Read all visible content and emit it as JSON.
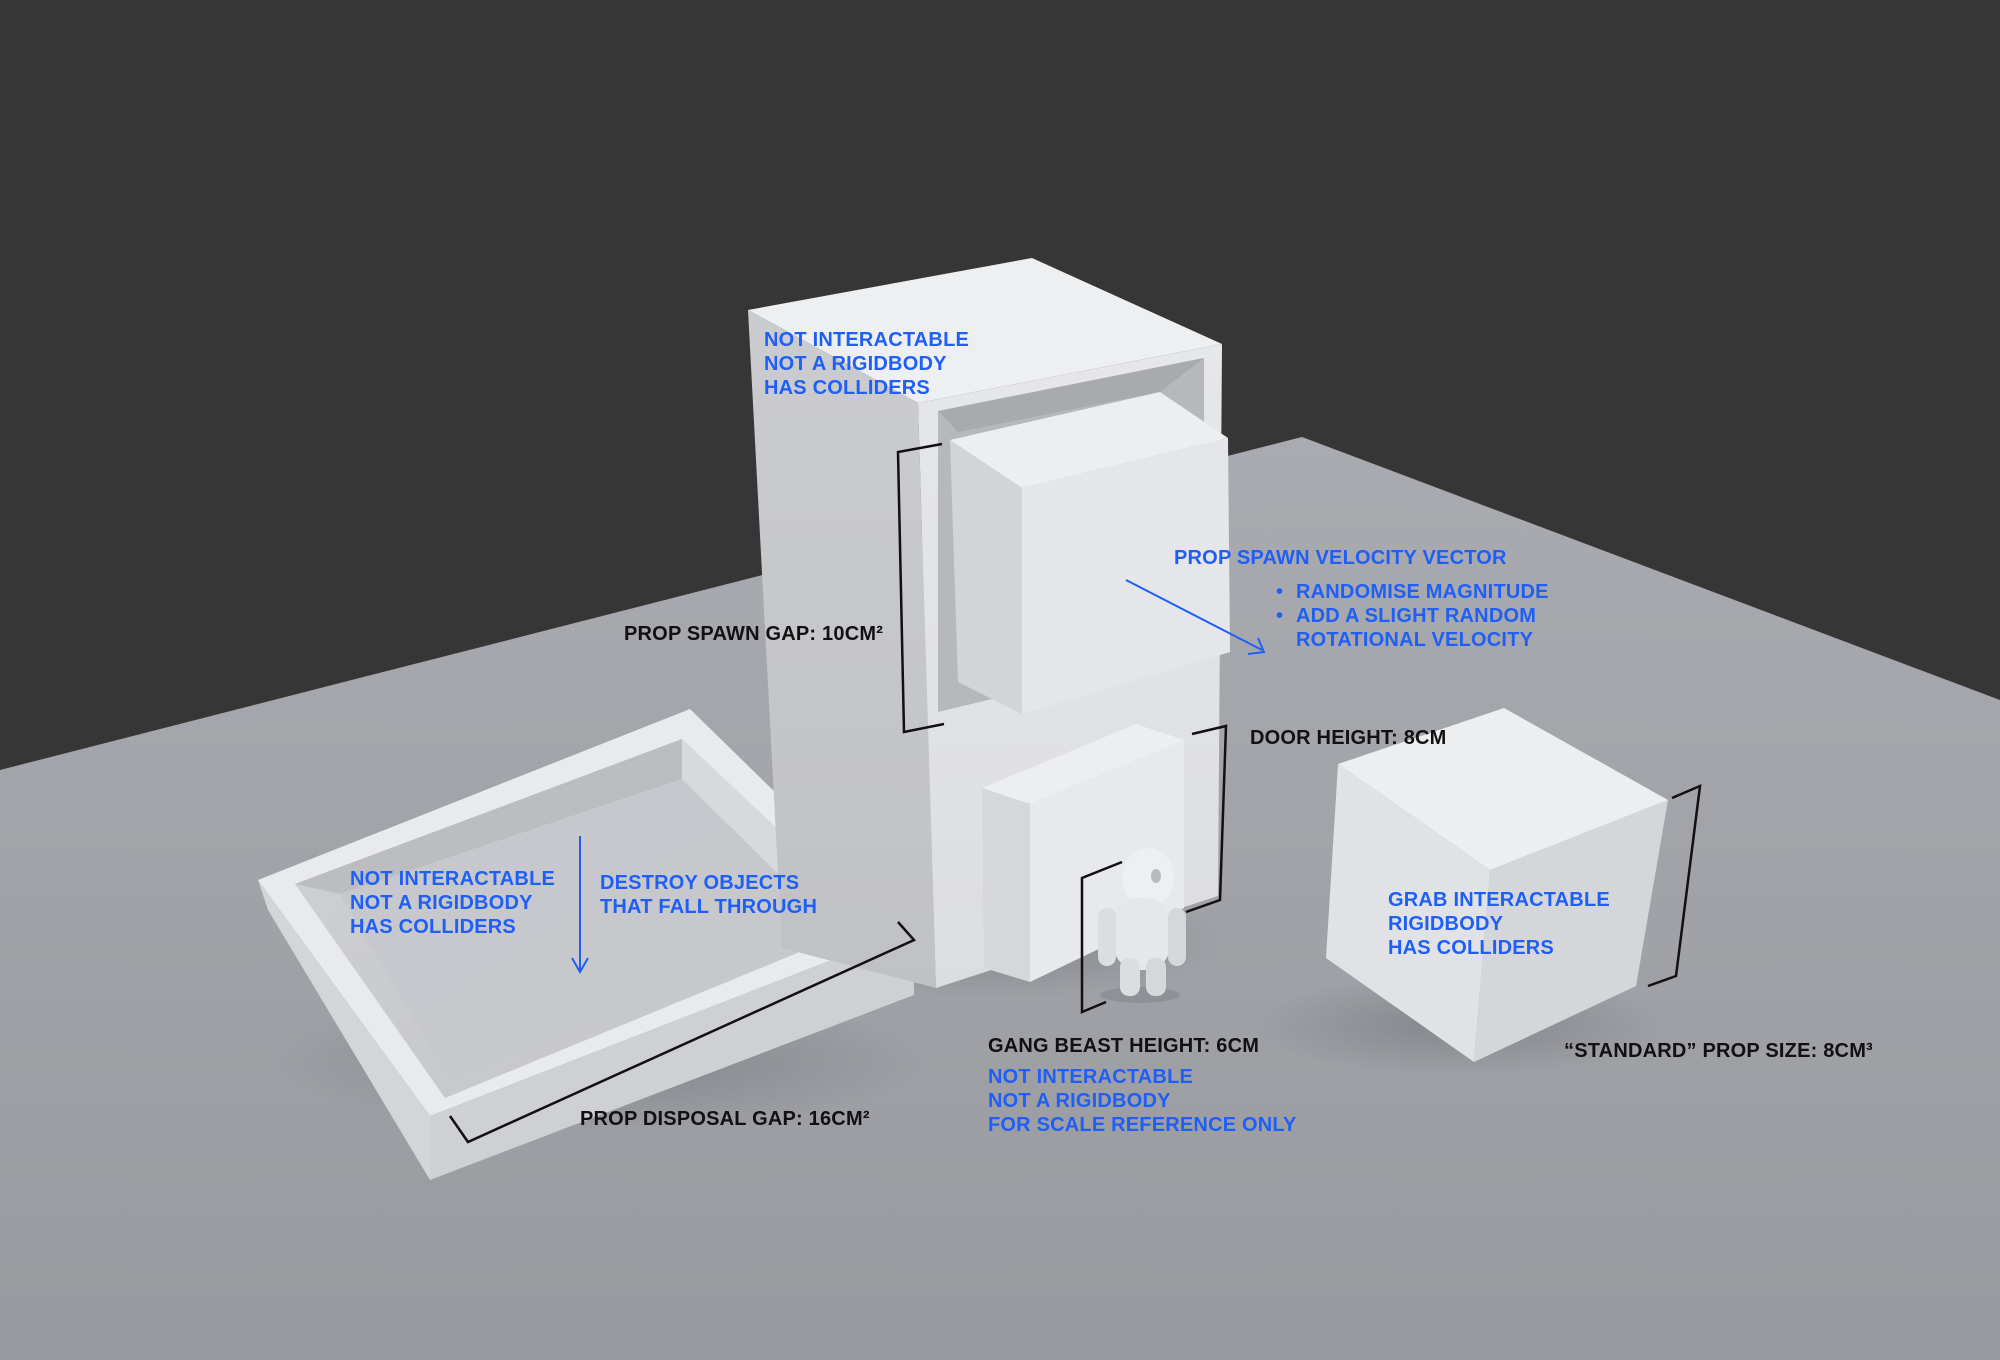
{
  "colors": {
    "background": "#363636",
    "floor": "#9fa1a6",
    "annotation_blue": "#1f5ff5",
    "annotation_black": "#111111"
  },
  "spawner": {
    "properties": [
      "NOT INTERACTABLE",
      "NOT A RIGIDBODY",
      "HAS COLLIDERS"
    ],
    "spawn_gap_label": "PROP SPAWN GAP: 10CM²",
    "velocity": {
      "title": "PROP SPAWN VELOCITY VECTOR",
      "bullets": [
        "RANDOMISE MAGNITUDE",
        "ADD A SLIGHT RANDOM ROTATIONAL VELOCITY"
      ]
    },
    "door_height_label": "DOOR HEIGHT: 8CM"
  },
  "disposal": {
    "properties": [
      "NOT INTERACTABLE",
      "NOT A RIGIDBODY",
      "HAS COLLIDERS"
    ],
    "destroy_note": [
      "DESTROY OBJECTS",
      "THAT FALL THROUGH"
    ],
    "gap_label": "PROP DISPOSAL GAP: 16CM²"
  },
  "character": {
    "height_label": "GANG BEAST HEIGHT: 6CM",
    "properties": [
      "NOT INTERACTABLE",
      "NOT A RIGIDBODY",
      "FOR SCALE REFERENCE ONLY"
    ]
  },
  "prop": {
    "properties": [
      "GRAB INTERACTABLE",
      "RIGIDBODY",
      "HAS COLLIDERS"
    ],
    "size_label": "“STANDARD” PROP SIZE: 8CM³"
  }
}
